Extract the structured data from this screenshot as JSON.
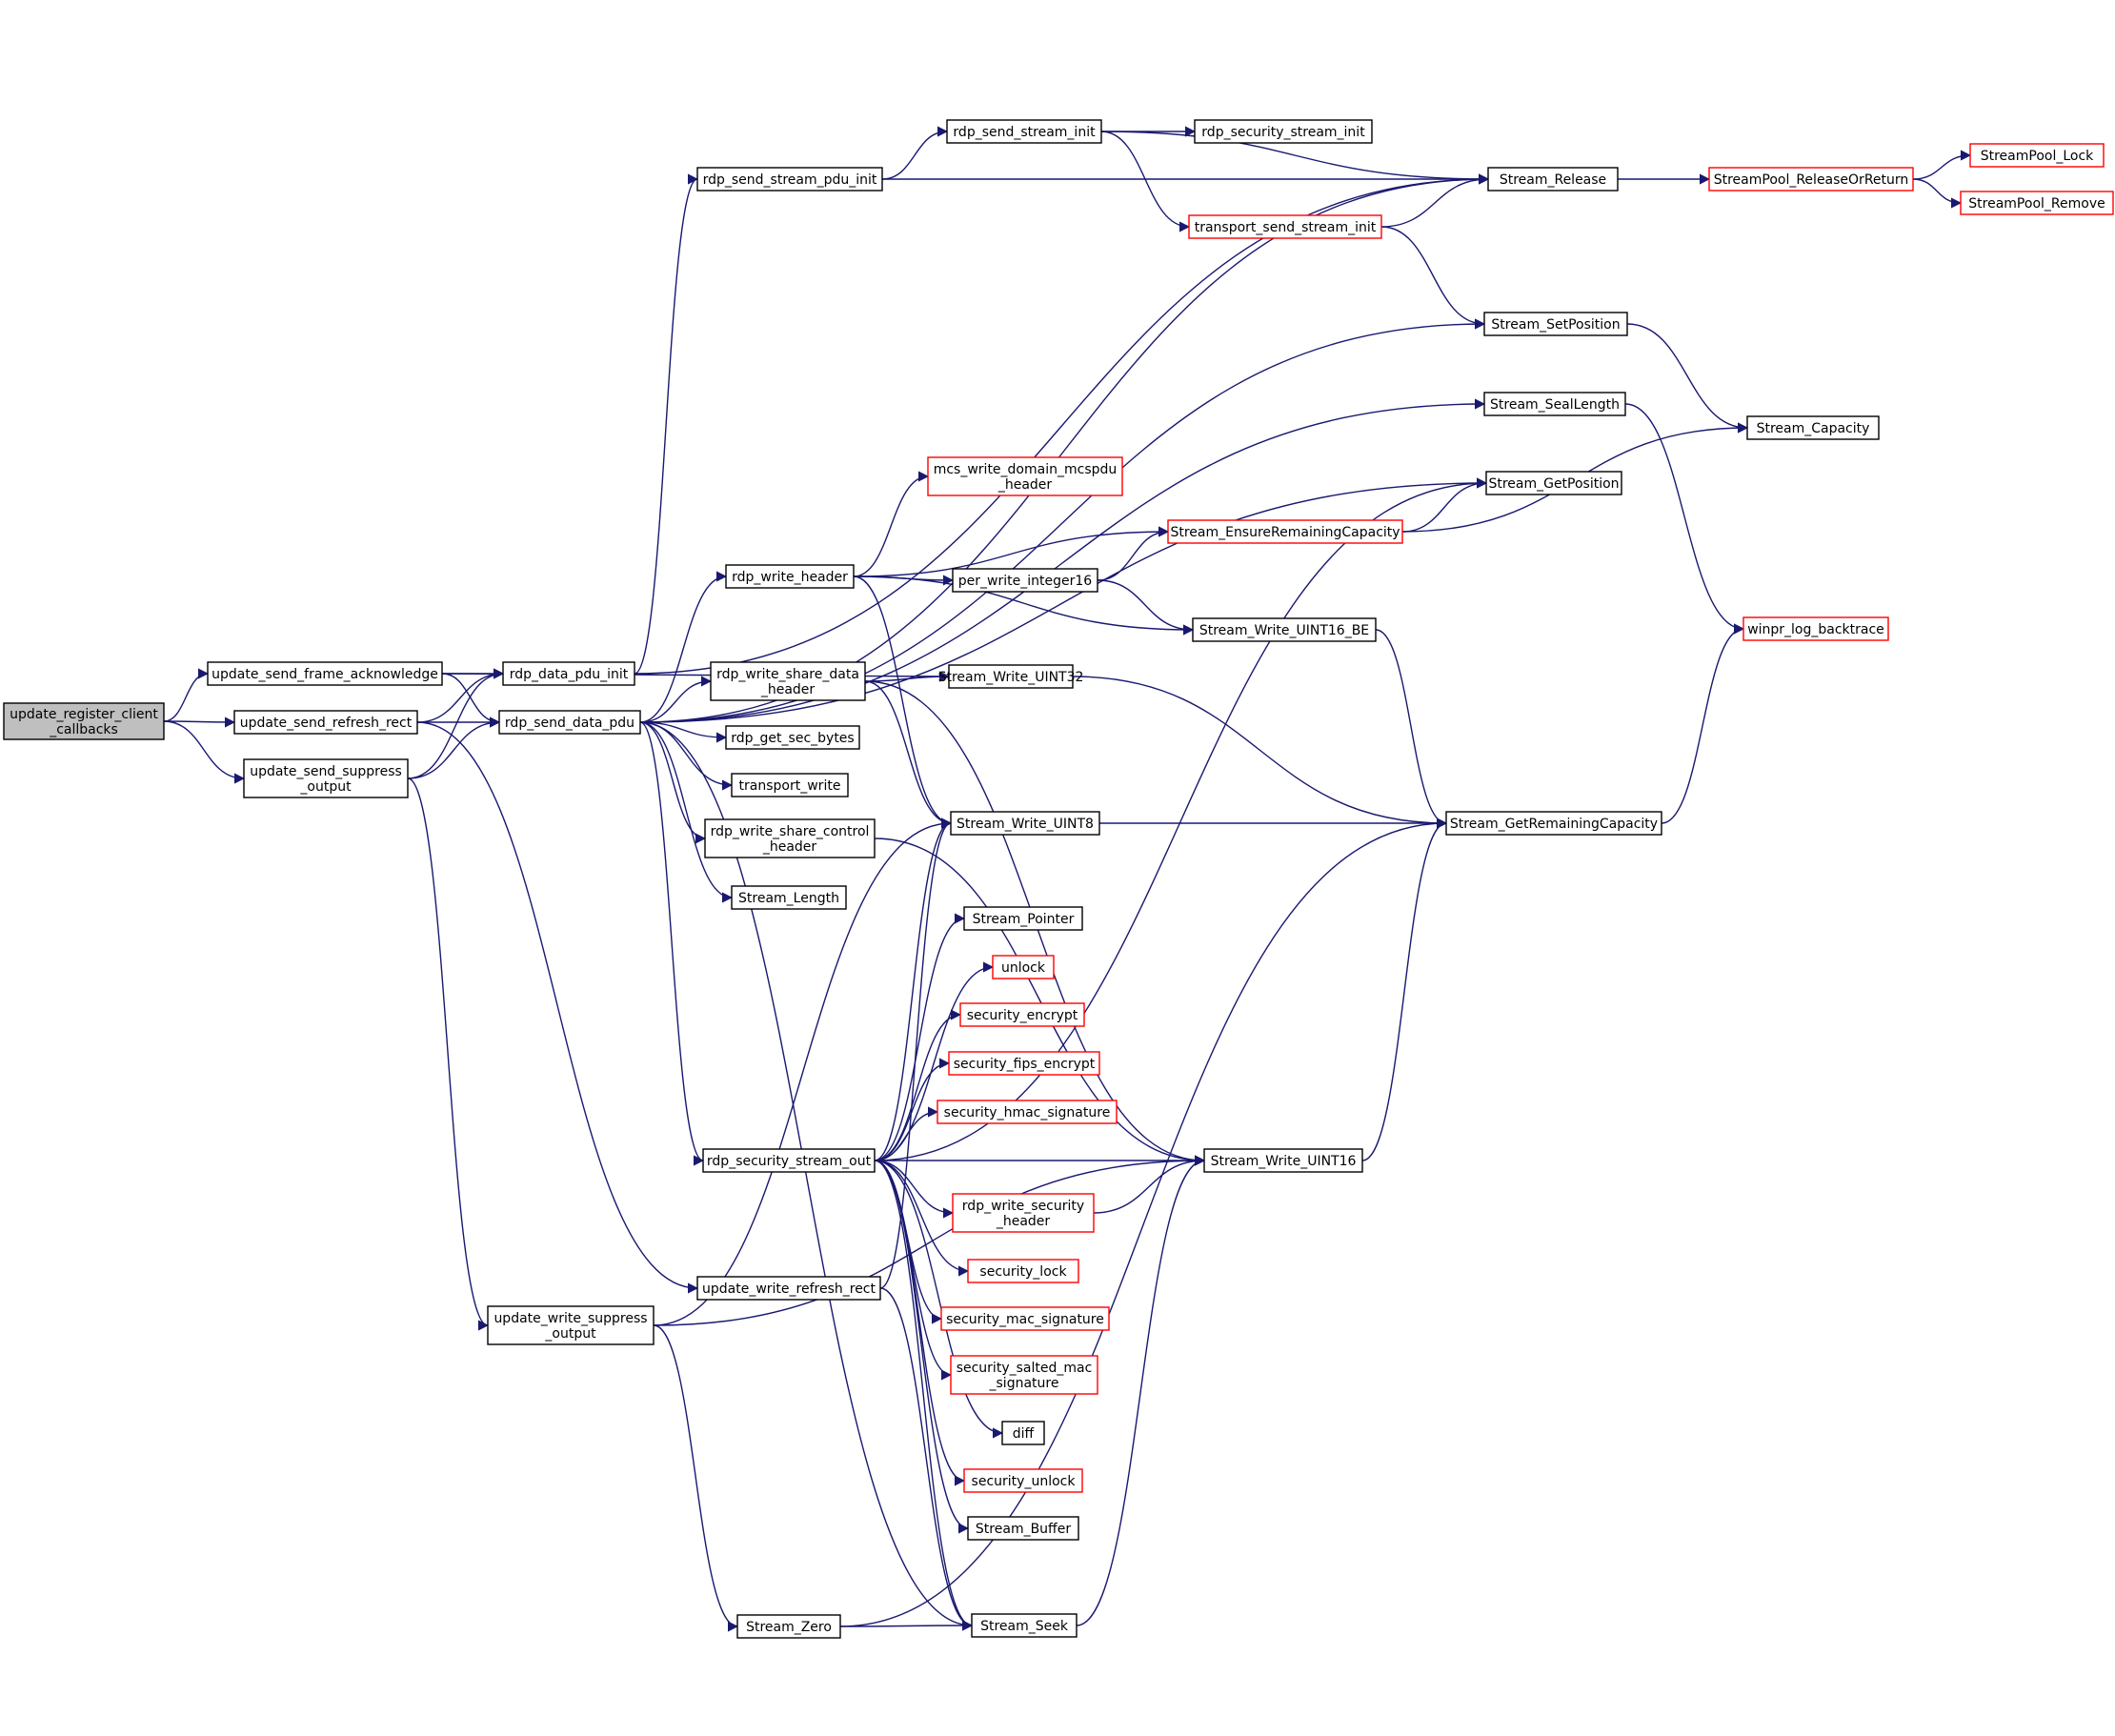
{
  "graph": {
    "nodes": [
      {
        "id": "root",
        "label": [
          "update_register_client",
          "_callbacks"
        ],
        "kind": "root"
      },
      {
        "id": "usfa",
        "label": [
          "update_send_frame_acknowledge"
        ],
        "kind": "normal"
      },
      {
        "id": "usrr",
        "label": [
          "update_send_refresh_rect"
        ],
        "kind": "normal"
      },
      {
        "id": "usso",
        "label": [
          "update_send_suppress",
          "_output"
        ],
        "kind": "normal"
      },
      {
        "id": "rdpi",
        "label": [
          "rdp_data_pdu_init"
        ],
        "kind": "normal"
      },
      {
        "id": "rsdp",
        "label": [
          "rdp_send_data_pdu"
        ],
        "kind": "normal"
      },
      {
        "id": "uwso",
        "label": [
          "update_write_suppress",
          "_output"
        ],
        "kind": "normal"
      },
      {
        "id": "rsspi",
        "label": [
          "rdp_send_stream_pdu_init"
        ],
        "kind": "normal"
      },
      {
        "id": "rssi",
        "label": [
          "rdp_send_stream_init"
        ],
        "kind": "normal"
      },
      {
        "id": "rsecsi",
        "label": [
          "rdp_security_stream_init"
        ],
        "kind": "normal"
      },
      {
        "id": "tssi",
        "label": [
          "transport_send_stream_init"
        ],
        "kind": "ext"
      },
      {
        "id": "srel",
        "label": [
          "Stream_Release"
        ],
        "kind": "normal"
      },
      {
        "id": "spror",
        "label": [
          "StreamPool_ReleaseOrReturn"
        ],
        "kind": "ext"
      },
      {
        "id": "splock",
        "label": [
          "StreamPool_Lock"
        ],
        "kind": "ext"
      },
      {
        "id": "sprem",
        "label": [
          "StreamPool_Remove"
        ],
        "kind": "ext"
      },
      {
        "id": "ssetp",
        "label": [
          "Stream_SetPosition"
        ],
        "kind": "normal"
      },
      {
        "id": "sseal",
        "label": [
          "Stream_SealLength"
        ],
        "kind": "normal"
      },
      {
        "id": "scap",
        "label": [
          "Stream_Capacity"
        ],
        "kind": "normal"
      },
      {
        "id": "mcsw",
        "label": [
          "mcs_write_domain_mcspdu",
          "_header"
        ],
        "kind": "ext"
      },
      {
        "id": "sgetp",
        "label": [
          "Stream_GetPosition"
        ],
        "kind": "normal"
      },
      {
        "id": "serc",
        "label": [
          "Stream_EnsureRemainingCapacity"
        ],
        "kind": "ext"
      },
      {
        "id": "rwh",
        "label": [
          "rdp_write_header"
        ],
        "kind": "normal"
      },
      {
        "id": "pwi",
        "label": [
          "per_write_integer16"
        ],
        "kind": "normal"
      },
      {
        "id": "swbe",
        "label": [
          "Stream_Write_UINT16_BE"
        ],
        "kind": "normal"
      },
      {
        "id": "wlog",
        "label": [
          "winpr_log_backtrace"
        ],
        "kind": "ext"
      },
      {
        "id": "rwsdh",
        "label": [
          "rdp_write_share_data",
          "_header"
        ],
        "kind": "normal"
      },
      {
        "id": "sw32",
        "label": [
          "Stream_Write_UINT32"
        ],
        "kind": "normal"
      },
      {
        "id": "rgsb",
        "label": [
          "rdp_get_sec_bytes"
        ],
        "kind": "normal"
      },
      {
        "id": "tw",
        "label": [
          "transport_write"
        ],
        "kind": "normal"
      },
      {
        "id": "rwsch",
        "label": [
          "rdp_write_share_control",
          "_header"
        ],
        "kind": "normal"
      },
      {
        "id": "sw8",
        "label": [
          "Stream_Write_UINT8"
        ],
        "kind": "normal"
      },
      {
        "id": "sgrc",
        "label": [
          "Stream_GetRemainingCapacity"
        ],
        "kind": "normal"
      },
      {
        "id": "slen",
        "label": [
          "Stream_Length"
        ],
        "kind": "normal"
      },
      {
        "id": "sptr",
        "label": [
          "Stream_Pointer"
        ],
        "kind": "normal"
      },
      {
        "id": "unlock",
        "label": [
          "unlock"
        ],
        "kind": "ext"
      },
      {
        "id": "senc",
        "label": [
          "security_encrypt"
        ],
        "kind": "ext"
      },
      {
        "id": "sfenc",
        "label": [
          "security_fips_encrypt"
        ],
        "kind": "ext"
      },
      {
        "id": "shmac",
        "label": [
          "security_hmac_signature"
        ],
        "kind": "ext"
      },
      {
        "id": "rsso",
        "label": [
          "rdp_security_stream_out"
        ],
        "kind": "normal"
      },
      {
        "id": "sw16",
        "label": [
          "Stream_Write_UINT16"
        ],
        "kind": "normal"
      },
      {
        "id": "rwsech",
        "label": [
          "rdp_write_security",
          "_header"
        ],
        "kind": "ext"
      },
      {
        "id": "slock",
        "label": [
          "security_lock"
        ],
        "kind": "ext"
      },
      {
        "id": "uwrr",
        "label": [
          "update_write_refresh_rect"
        ],
        "kind": "normal"
      },
      {
        "id": "smac",
        "label": [
          "security_mac_signature"
        ],
        "kind": "ext"
      },
      {
        "id": "ssmac",
        "label": [
          "security_salted_mac",
          "_signature"
        ],
        "kind": "ext"
      },
      {
        "id": "diff",
        "label": [
          "diff"
        ],
        "kind": "normal"
      },
      {
        "id": "sunlock",
        "label": [
          "security_unlock"
        ],
        "kind": "ext"
      },
      {
        "id": "sbuf",
        "label": [
          "Stream_Buffer"
        ],
        "kind": "normal"
      },
      {
        "id": "szero",
        "label": [
          "Stream_Zero"
        ],
        "kind": "normal"
      },
      {
        "id": "sseek",
        "label": [
          "Stream_Seek"
        ],
        "kind": "normal"
      }
    ],
    "edges": [
      [
        "root",
        "usfa"
      ],
      [
        "root",
        "usrr"
      ],
      [
        "root",
        "usso"
      ],
      [
        "usfa",
        "rdpi"
      ],
      [
        "usfa",
        "rsdp"
      ],
      [
        "usfa",
        "sw32"
      ],
      [
        "usrr",
        "rdpi"
      ],
      [
        "usrr",
        "rsdp"
      ],
      [
        "usrr",
        "uwrr"
      ],
      [
        "usso",
        "rdpi"
      ],
      [
        "usso",
        "rsdp"
      ],
      [
        "usso",
        "uwso"
      ],
      [
        "rdpi",
        "rsspi"
      ],
      [
        "rdpi",
        "srel"
      ],
      [
        "rsspi",
        "rssi"
      ],
      [
        "rsspi",
        "srel"
      ],
      [
        "rssi",
        "rsecsi"
      ],
      [
        "rssi",
        "tssi"
      ],
      [
        "rssi",
        "srel"
      ],
      [
        "tssi",
        "srel"
      ],
      [
        "tssi",
        "ssetp"
      ],
      [
        "srel",
        "spror"
      ],
      [
        "spror",
        "splock"
      ],
      [
        "spror",
        "sprem"
      ],
      [
        "ssetp",
        "scap"
      ],
      [
        "sseal",
        "wlog"
      ],
      [
        "rsdp",
        "srel"
      ],
      [
        "rsdp",
        "ssetp"
      ],
      [
        "rsdp",
        "sseal"
      ],
      [
        "rsdp",
        "sgetp"
      ],
      [
        "rsdp",
        "rwh"
      ],
      [
        "rsdp",
        "rwsdh"
      ],
      [
        "rsdp",
        "rgsb"
      ],
      [
        "rsdp",
        "tw"
      ],
      [
        "rsdp",
        "rwsch"
      ],
      [
        "rsdp",
        "slen"
      ],
      [
        "rsdp",
        "rsso"
      ],
      [
        "rsdp",
        "sseek"
      ],
      [
        "rwh",
        "mcsw"
      ],
      [
        "rwh",
        "serc"
      ],
      [
        "rwh",
        "pwi"
      ],
      [
        "rwh",
        "swbe"
      ],
      [
        "rwh",
        "sw8"
      ],
      [
        "serc",
        "sgetp"
      ],
      [
        "serc",
        "scap"
      ],
      [
        "pwi",
        "serc"
      ],
      [
        "pwi",
        "swbe"
      ],
      [
        "swbe",
        "sgrc"
      ],
      [
        "rwsdh",
        "sw32"
      ],
      [
        "rwsdh",
        "sw8"
      ],
      [
        "rwsdh",
        "sw16"
      ],
      [
        "sw32",
        "sgrc"
      ],
      [
        "rwsch",
        "sw16"
      ],
      [
        "sw8",
        "sgrc"
      ],
      [
        "sgrc",
        "wlog"
      ],
      [
        "sw16",
        "sgrc"
      ],
      [
        "rsso",
        "sw8"
      ],
      [
        "rsso",
        "sgetp"
      ],
      [
        "rsso",
        "sptr"
      ],
      [
        "rsso",
        "unlock"
      ],
      [
        "rsso",
        "senc"
      ],
      [
        "rsso",
        "sfenc"
      ],
      [
        "rsso",
        "shmac"
      ],
      [
        "rsso",
        "sw16"
      ],
      [
        "rsso",
        "rwsech"
      ],
      [
        "rsso",
        "slock"
      ],
      [
        "rsso",
        "smac"
      ],
      [
        "rsso",
        "ssmac"
      ],
      [
        "rsso",
        "diff"
      ],
      [
        "rsso",
        "sunlock"
      ],
      [
        "rsso",
        "sbuf"
      ],
      [
        "rsso",
        "sseek"
      ],
      [
        "rwsech",
        "sw16"
      ],
      [
        "uwrr",
        "sw8"
      ],
      [
        "uwrr",
        "sseek"
      ],
      [
        "uwso",
        "sw8"
      ],
      [
        "uwso",
        "szero"
      ],
      [
        "uwso",
        "sw16"
      ],
      [
        "szero",
        "sseek"
      ],
      [
        "szero",
        "sgrc"
      ],
      [
        "sseek",
        "sw16"
      ]
    ]
  }
}
